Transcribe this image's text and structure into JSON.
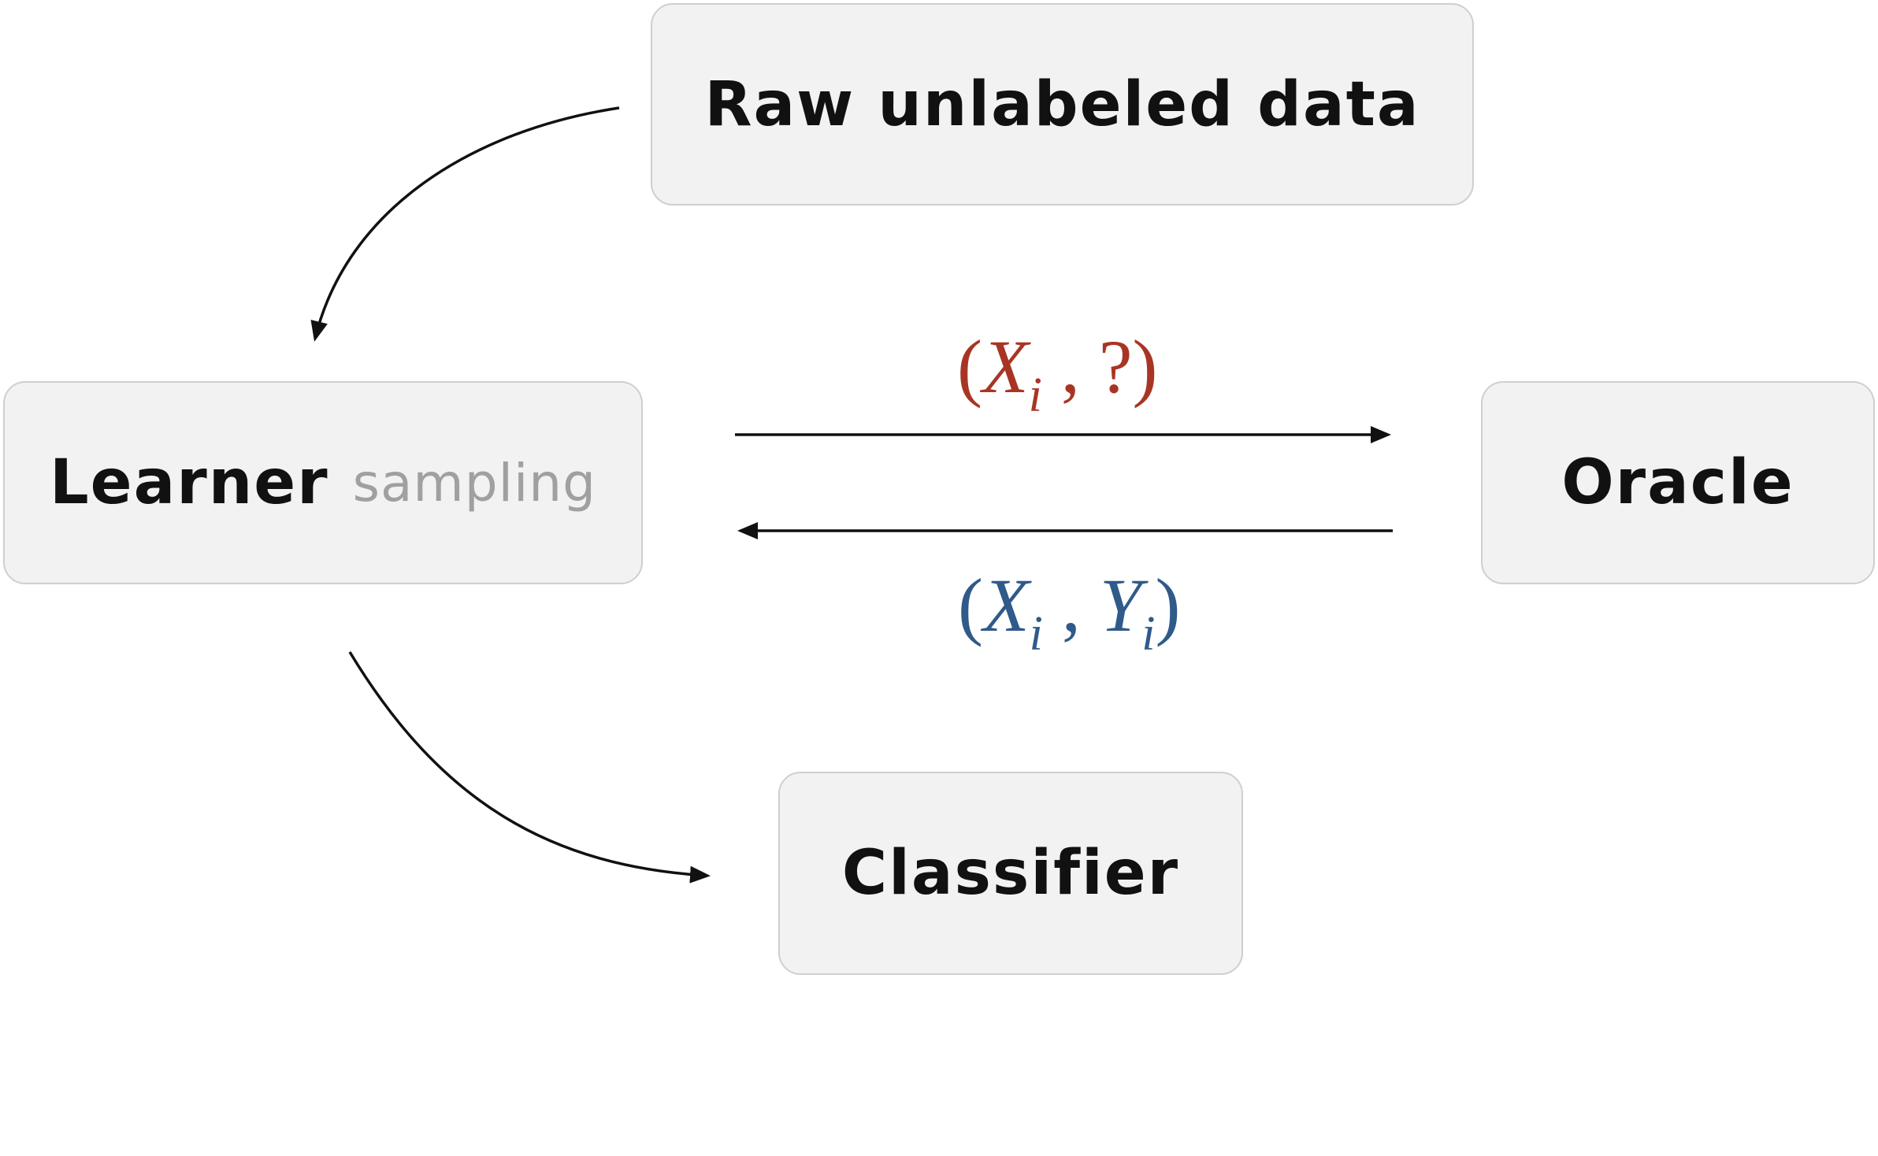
{
  "nodes": {
    "raw": {
      "label": "Raw unlabeled data"
    },
    "learner": {
      "label": "Learner",
      "sublabel": "sampling"
    },
    "oracle": {
      "label": "Oracle"
    },
    "classifier": {
      "label": "Classifier"
    }
  },
  "edges": {
    "query": {
      "open": "(",
      "var": "X",
      "sub": "i",
      "sep": " , ",
      "value": "?",
      "close": ")"
    },
    "answer": {
      "open": "(",
      "var": "X",
      "sub": "i",
      "sep": " , ",
      "var2": "Y",
      "sub2": "i",
      "close": ")"
    }
  },
  "colors": {
    "query": "#a83524",
    "answer": "#2f5a8a"
  }
}
